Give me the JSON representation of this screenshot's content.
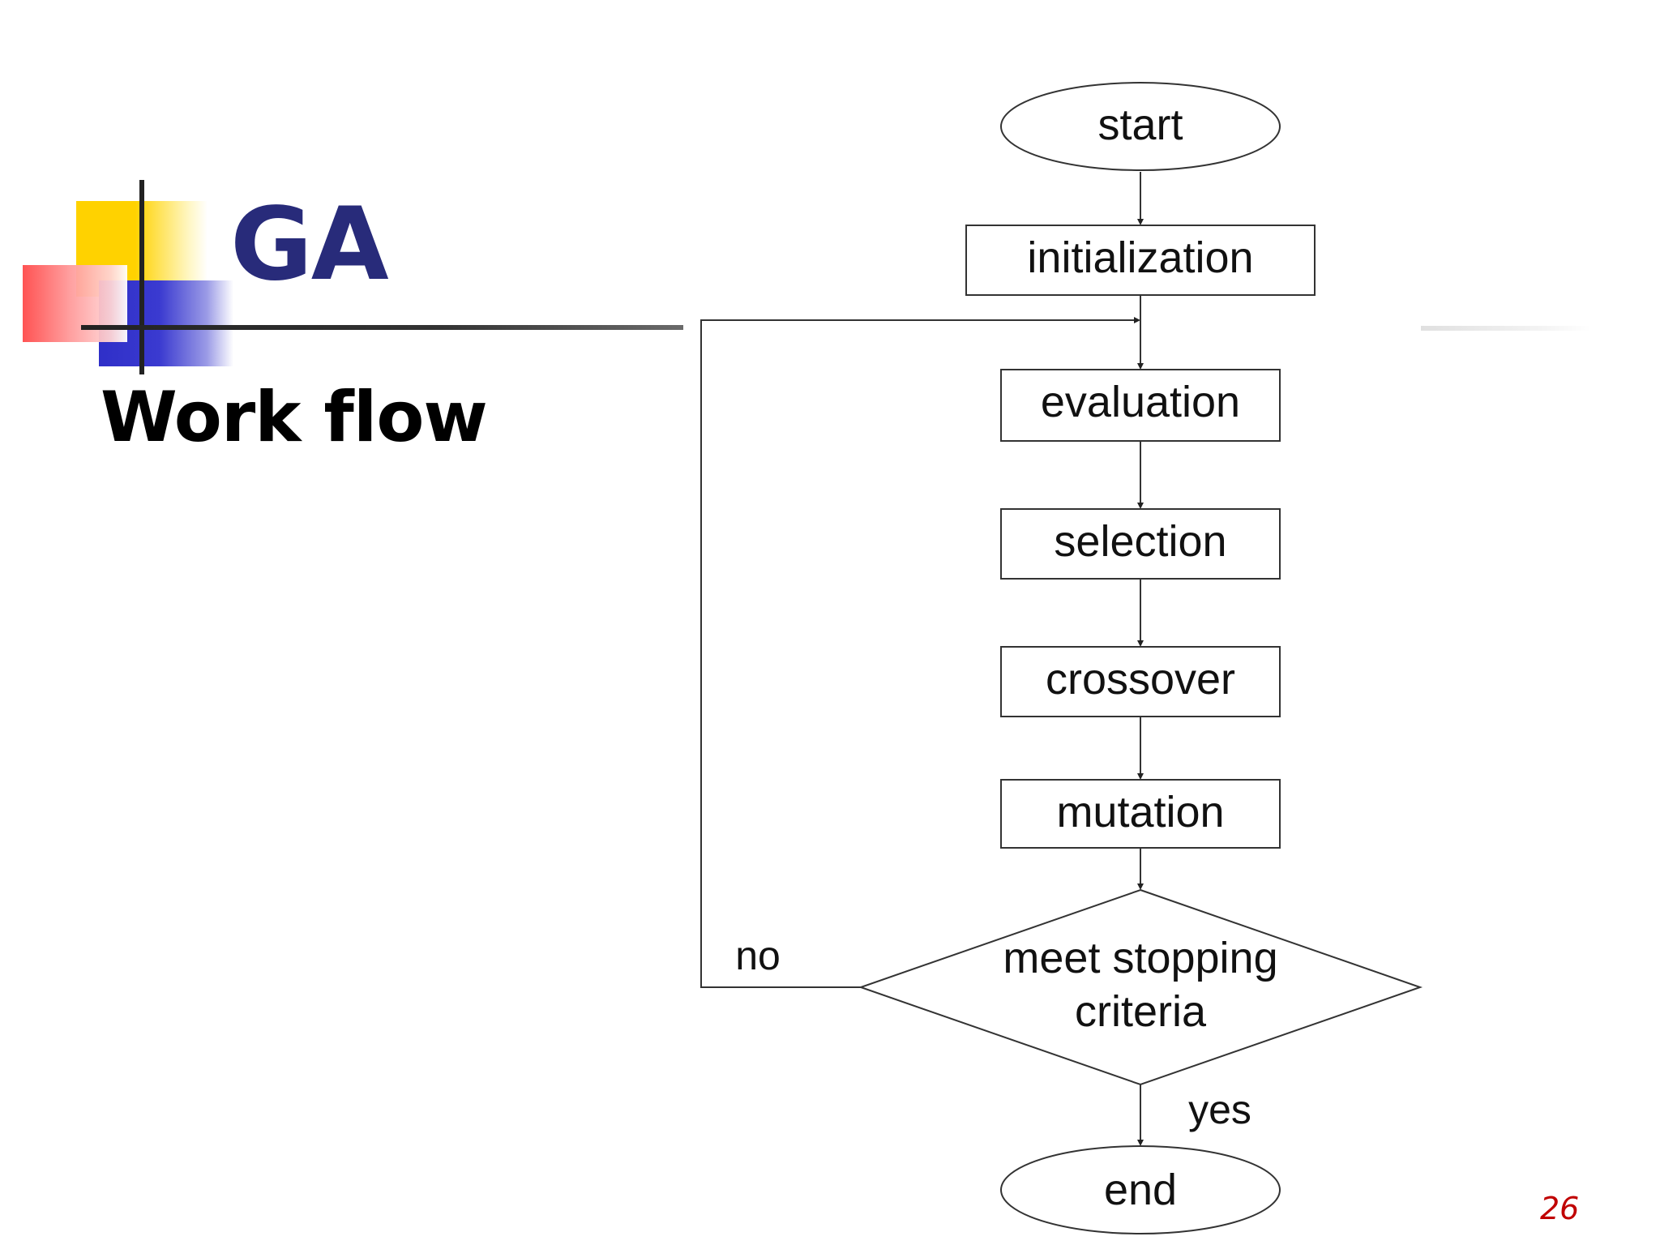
{
  "slide": {
    "title": "GA",
    "subtitle": "Work flow",
    "page_number": "26",
    "colors": {
      "title": "#282b7a",
      "page_number": "#c00000",
      "logo_yellow": "#ffd200",
      "logo_blue": "#2f2fc8",
      "logo_red": "#ff4a4a"
    }
  },
  "flowchart": {
    "start": "start",
    "steps": [
      "initialization",
      "evaluation",
      "selection",
      "crossover",
      "mutation"
    ],
    "decision": {
      "line1": "meet stopping",
      "line2": "criteria"
    },
    "no_label": "no",
    "yes_label": "yes",
    "end": "end"
  }
}
